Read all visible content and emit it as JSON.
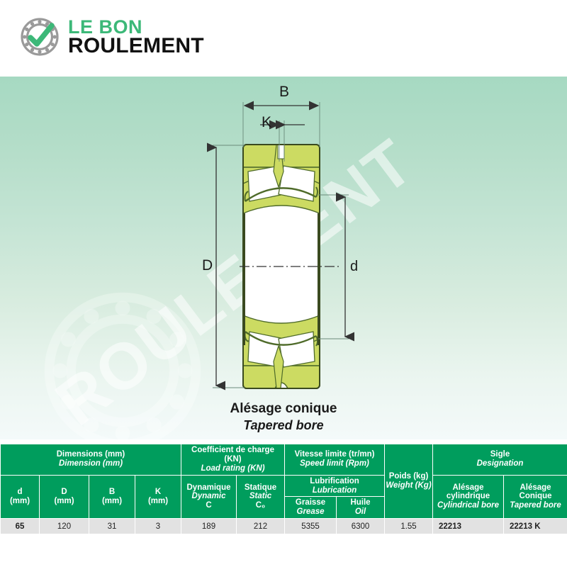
{
  "logo": {
    "line1": "LE BON",
    "line2": "ROULEMENT",
    "mark_icon": "bearing-check-icon",
    "green": "#3cb878",
    "black": "#111111"
  },
  "watermark": {
    "text": "ROULEMENT",
    "ring_icon": "bearing-ring-icon"
  },
  "drawing": {
    "dimension_labels": {
      "B": "B",
      "K": "K",
      "D": "D",
      "d": "d"
    },
    "caption_fr": "Alésage conique",
    "caption_en": "Tapered bore",
    "colors": {
      "ring_fill": "#ccdb62",
      "ring_stroke": "#4f6b2a",
      "roller_fill": "#ffffff",
      "bore_fill": "#ffffff",
      "dimension_line": "#333333",
      "background_top": "#a6d9c2",
      "background_bottom": "#f4fafa"
    }
  },
  "table": {
    "groups": [
      {
        "fr": "Dimensions (mm)",
        "en": "Dimension (mm)"
      },
      {
        "fr": "Coefficient de charge (KN)",
        "en": "Load rating (KN)"
      },
      {
        "fr": "Vitesse limite (tr/mn)",
        "en": "Speed limit (Rpm)"
      },
      {
        "fr": "Poids (kg)",
        "en": "Weight (Kg)"
      },
      {
        "fr": "Sigle",
        "en": "Designation"
      }
    ],
    "subgroups": {
      "lubrication_fr": "Lubrification",
      "lubrication_en": "Lubrication"
    },
    "columns": [
      {
        "fr": "d",
        "en": "",
        "sub": "(mm)"
      },
      {
        "fr": "D",
        "en": "",
        "sub": "(mm)"
      },
      {
        "fr": "B",
        "en": "",
        "sub": "(mm)"
      },
      {
        "fr": "K",
        "en": "",
        "sub": "(mm)"
      },
      {
        "fr": "Dynamique",
        "en": "Dynamic",
        "sub": "C"
      },
      {
        "fr": "Statique",
        "en": "Static",
        "sub": "C₀"
      },
      {
        "fr": "Graisse",
        "en": "Grease",
        "sub": ""
      },
      {
        "fr": "Huile",
        "en": "Oil",
        "sub": ""
      },
      {
        "fr": "Alésage cylindrique",
        "en": "Cylindrical bore",
        "sub": ""
      },
      {
        "fr": "Alésage Conique",
        "en": "Tapered bore",
        "sub": ""
      }
    ],
    "rows": [
      {
        "d": "65",
        "D": "120",
        "B": "31",
        "K": "3",
        "dynamic_C": "189",
        "static_C0": "212",
        "grease": "5355",
        "oil": "6300",
        "weight": "1.55",
        "cylindrical_bore": "22213",
        "tapered_bore": "22213 K"
      }
    ],
    "header_green": "#009d5d",
    "row_gray": "#e2e2e2"
  }
}
